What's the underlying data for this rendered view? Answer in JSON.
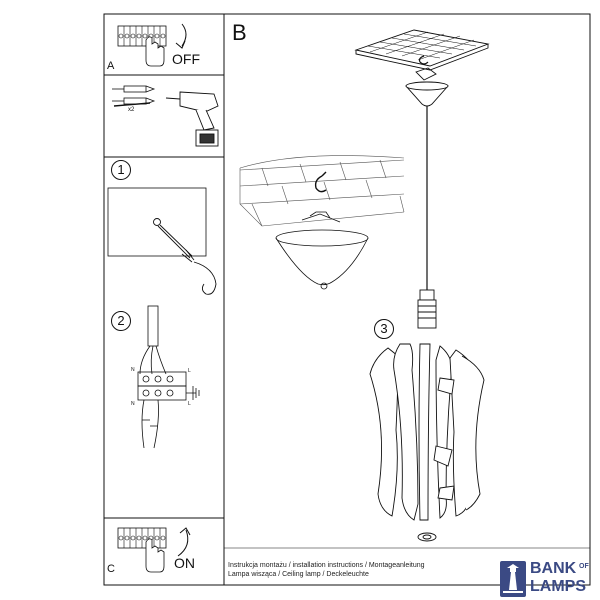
{
  "panels": {
    "a": {
      "label": "A",
      "switch_text": "OFF",
      "dowel_count": "x2"
    },
    "b": {
      "label": "B"
    },
    "c": {
      "label": "C",
      "switch_text": "ON"
    }
  },
  "steps": {
    "step1": "1",
    "step2": "2",
    "step3": "3"
  },
  "terminal_labels": {
    "n_top": "N",
    "l_top": "L",
    "n_bottom": "N",
    "l_bottom": "L"
  },
  "caption": {
    "line1": "Instrukcja montażu / installation instructions / Montageanleitung",
    "line2": "Lampa wisząca / Ceiling lamp / Deckeleuchte"
  },
  "logo": {
    "word1": "BANK",
    "of": "OF",
    "word2": "LAMPS"
  },
  "colors": {
    "line": "#111111",
    "brand": "#3b4a84"
  }
}
